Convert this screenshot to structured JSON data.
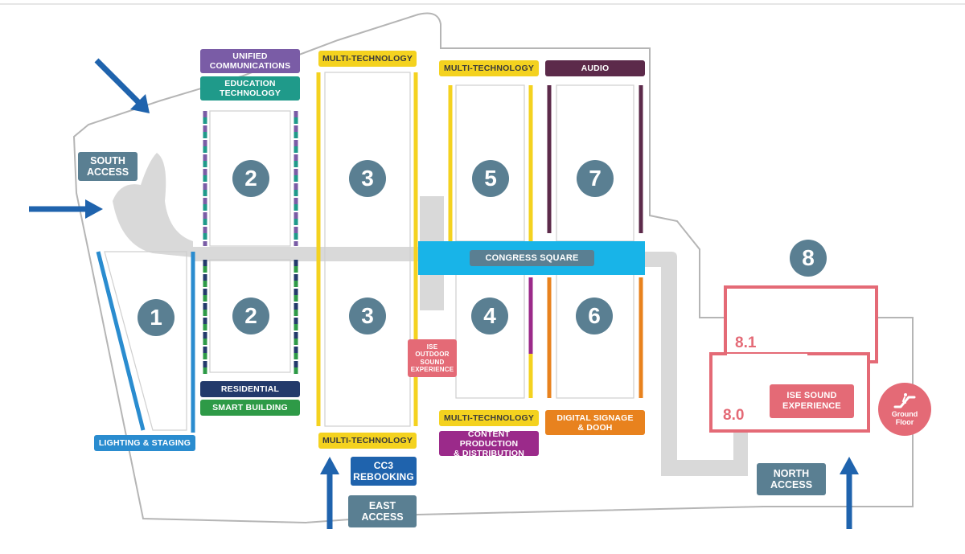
{
  "hall_numbers": {
    "hall_1": "1",
    "hall_2_top": "2",
    "hall_2_bottom": "2",
    "hall_3_top": "3",
    "hall_3_bottom": "3",
    "hall_4": "4",
    "hall_5": "5",
    "hall_6": "6",
    "hall_7": "7",
    "hall_8": "8"
  },
  "zones": {
    "unified_communications": "UNIFIED\nCOMMUNICATIONS",
    "education_technology": "EDUCATION\nTECHNOLOGY",
    "multi_tech_3_top": "MULTI-TECHNOLOGY",
    "multi_tech_5": "MULTI-TECHNOLOGY",
    "audio": "AUDIO",
    "residential": "RESIDENTIAL",
    "smart_building": "SMART BUILDING",
    "lighting_staging": "LIGHTING & STAGING",
    "multi_tech_3_bottom": "MULTI-TECHNOLOGY",
    "multi_tech_4": "MULTI-TECHNOLOGY",
    "content_production": "CONTENT PRODUCTION\n& DISTRIBUTION",
    "digital_signage": "DIGITAL SIGNAGE\n& DOOH",
    "congress_square": "CONGRESS SQUARE",
    "outdoor_sound": "ISE\nOUTDOOR\nSOUND\nEXPERIENCE",
    "sound_experience": "ISE SOUND\nEXPERIENCE",
    "cc3_rebooking": "CC3\nREBOOKING"
  },
  "accesses": {
    "south": "SOUTH\nACCESS",
    "east": "EAST\nACCESS",
    "north": "NORTH\nACCESS"
  },
  "hall_8": {
    "level_81": "8.1",
    "level_80": "8.0",
    "ground_floor": "Ground\nFloor"
  },
  "colors": {
    "hall_circle": "#5a7f92",
    "multi_technology": "#f4d21f",
    "unified_communications": "#7a5ca6",
    "education_technology": "#1f9a8a",
    "audio": "#5c2a4a",
    "residential": "#233a6b",
    "smart_building": "#2e9a47",
    "lighting_staging": "#2a8ccf",
    "content_production": "#9b2a8a",
    "digital_signage": "#e8821e",
    "congress_square": "#18b4e8",
    "outdoor_sound": "#e46a76",
    "hall_8": "#e46a76",
    "access_arrow": "#1f63ad",
    "walkway": "#d9d9d9"
  }
}
